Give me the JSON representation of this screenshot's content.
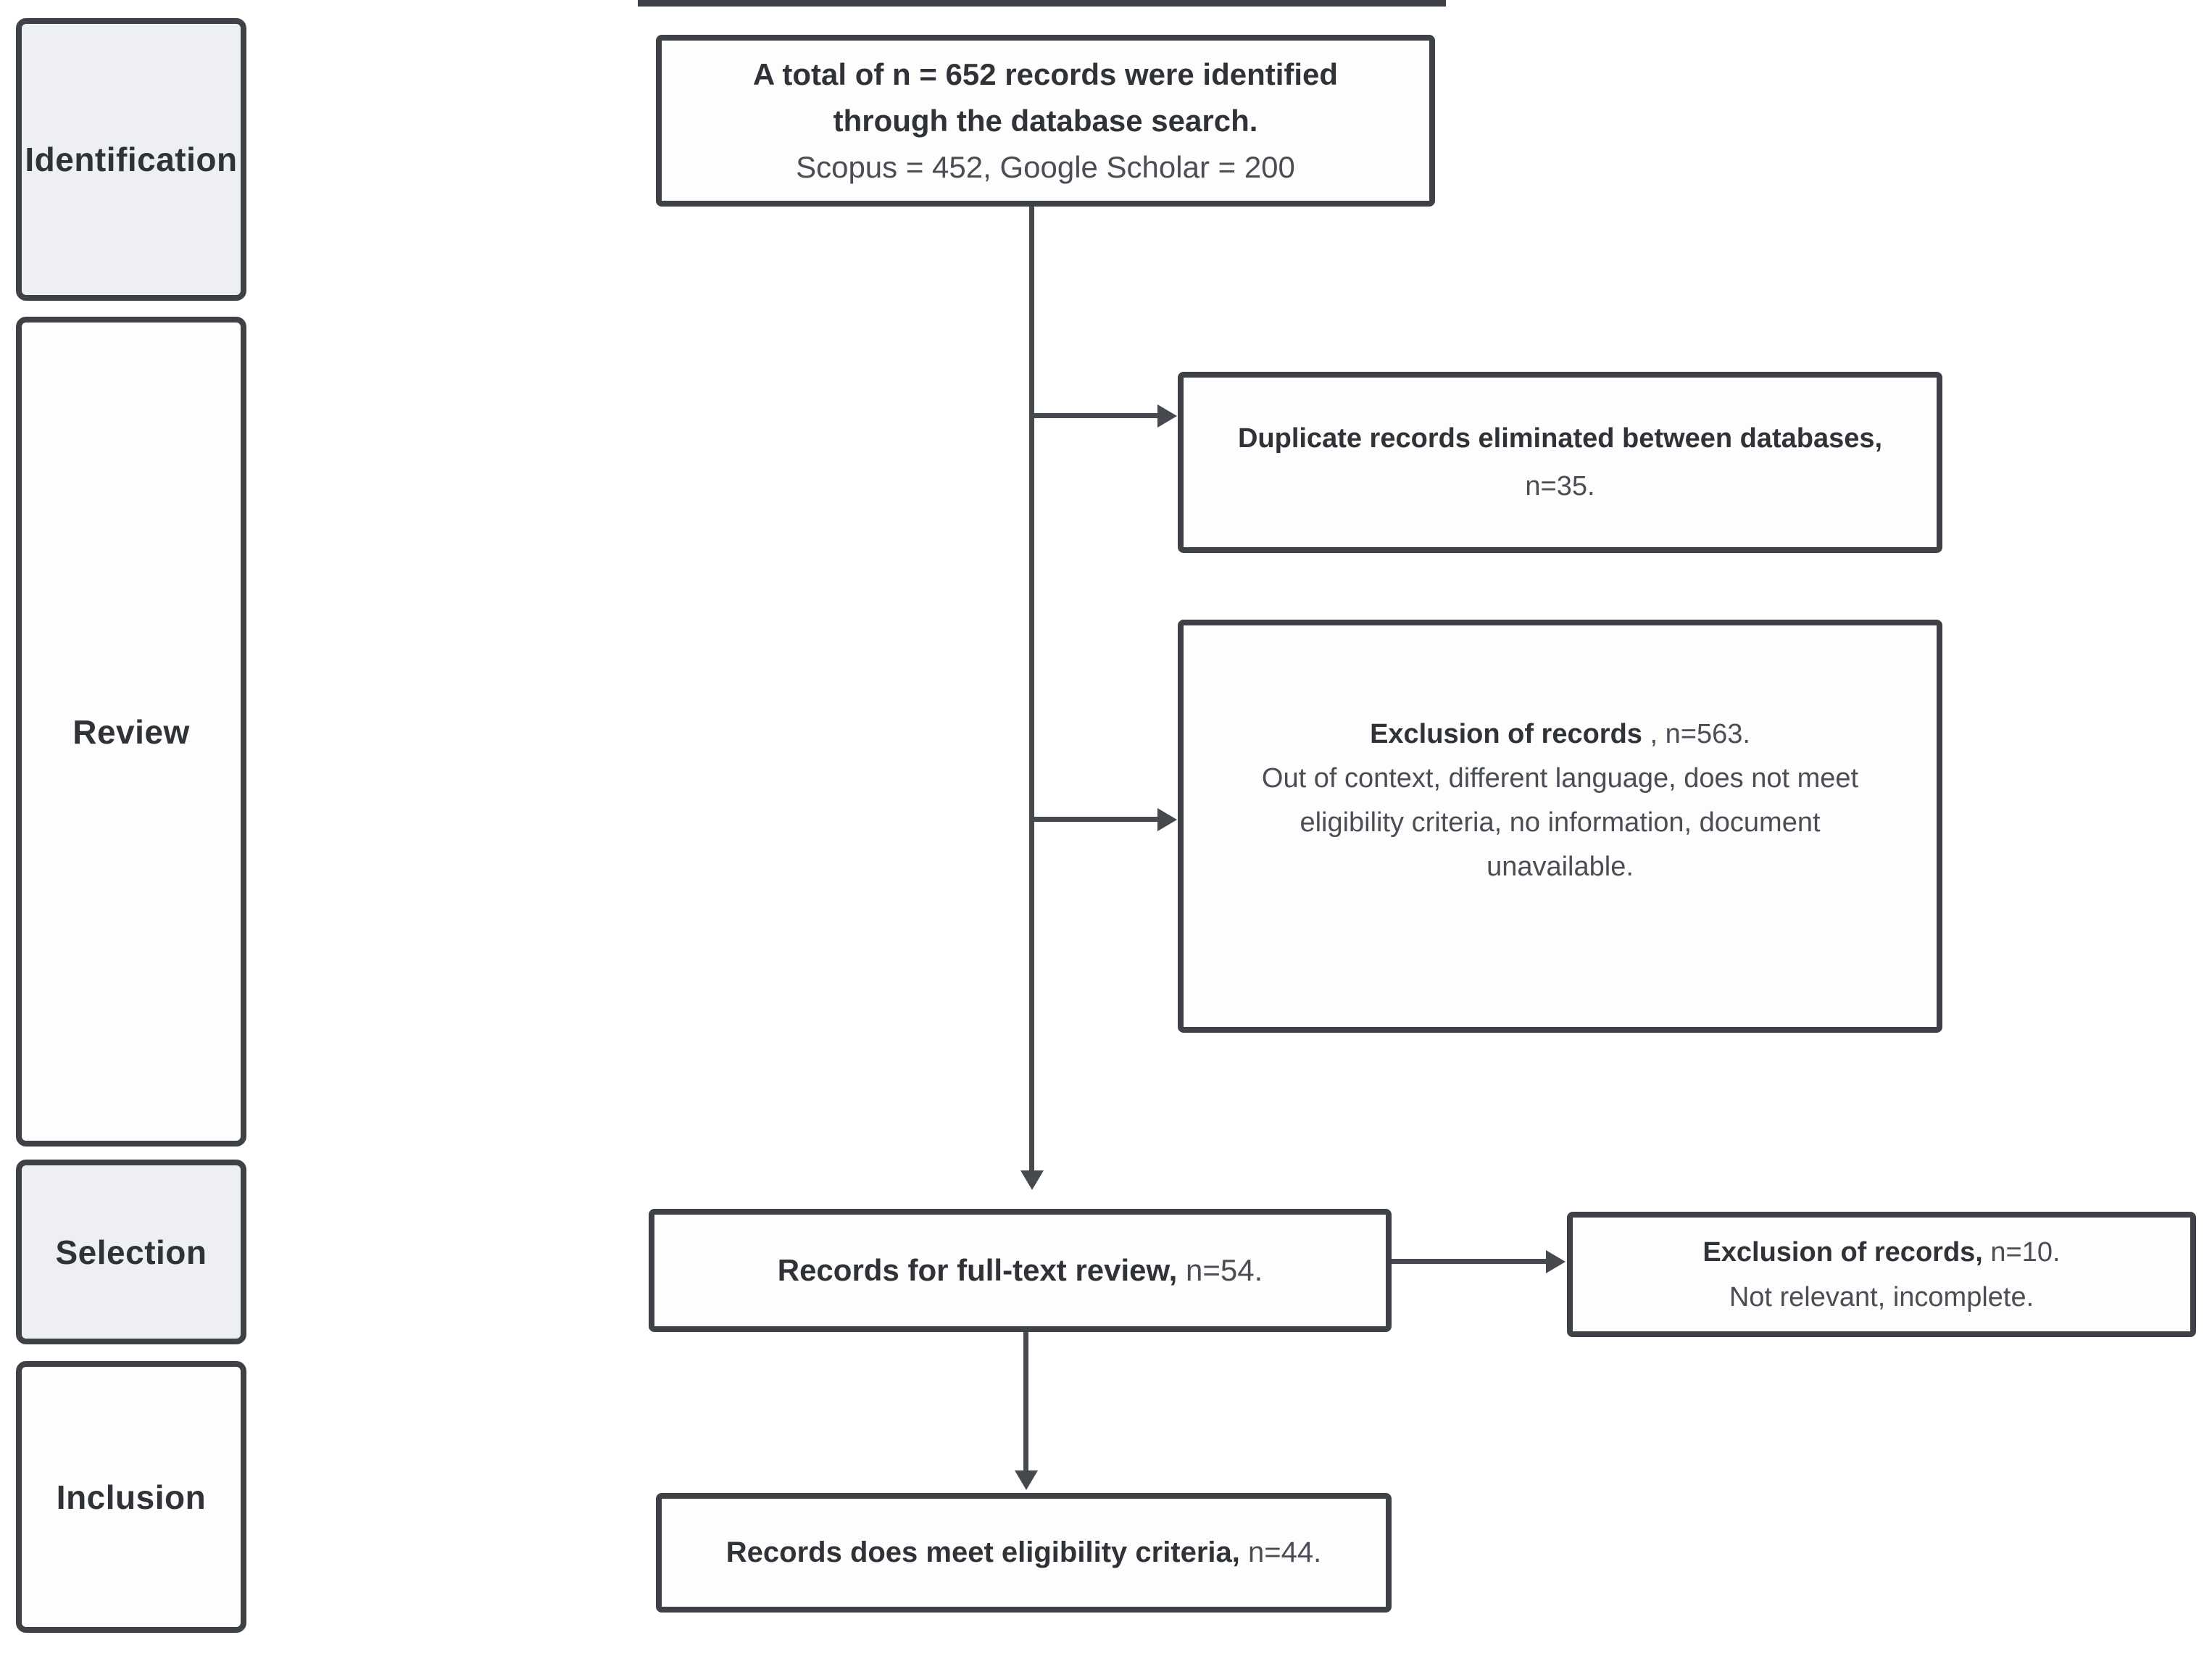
{
  "sidebar": {
    "stages": [
      {
        "label": "Identification"
      },
      {
        "label": "Review"
      },
      {
        "label": "Selection"
      },
      {
        "label": "Inclusion"
      }
    ]
  },
  "boxes": {
    "identified": {
      "line1": "A total of n = 652 records were identified",
      "line2": "through the database search.",
      "line3": "Scopus = 452, Google Scholar = 200"
    },
    "duplicates": {
      "title": "Duplicate records eliminated between databases,",
      "count": "n=35."
    },
    "excluded_review": {
      "title": "Exclusion of records",
      "count": " , n=563.",
      "reason1": "Out of context, different language, does not meet",
      "reason2": "eligibility criteria, no information, document",
      "reason3": "unavailable."
    },
    "fulltext": {
      "title": "Records for full-text review,",
      "count": " n=54."
    },
    "excluded_fulltext": {
      "title": "Exclusion of records,",
      "count": " n=10.",
      "reason": "Not relevant, incomplete."
    },
    "included": {
      "title": "Records does meet eligibility criteria,",
      "count": " n=44."
    }
  },
  "colors": {
    "border": "#3e4247",
    "line": "#46494e",
    "shaded_fill": "#edeff2",
    "box_fill": "#fdfdfe",
    "text_bold": "#2f3236",
    "text_regular": "#4a4e54",
    "background": "#ffffff"
  }
}
